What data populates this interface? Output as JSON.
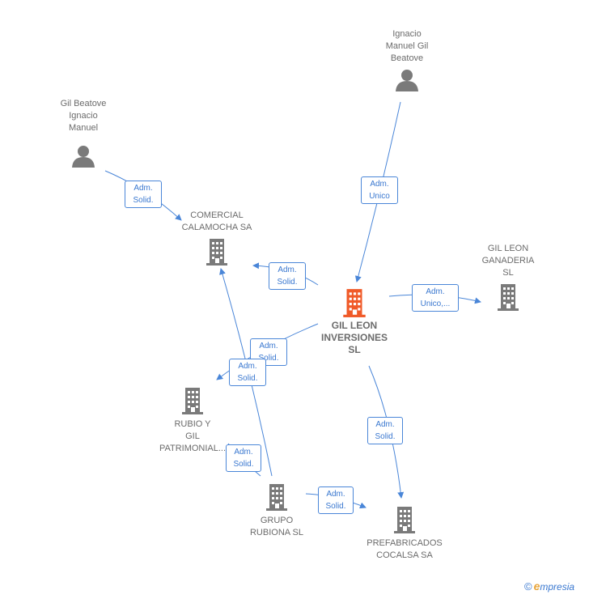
{
  "nodes": {
    "person_top": {
      "label": "Ignacio\nManuel Gil\nBeatove",
      "icon": "person-icon"
    },
    "person_left": {
      "label": "Gil Beatove\nIgnacio\nManuel",
      "icon": "person-icon"
    },
    "comercial": {
      "label": "COMERCIAL\nCALAMOCHA SA",
      "icon": "building-icon"
    },
    "center": {
      "label": "GIL LEON\nINVERSIONES\nSL",
      "icon": "building-icon",
      "color": "#f05a28"
    },
    "ganaderia": {
      "label": "GIL LEON\nGANADERIA\nSL",
      "icon": "building-icon"
    },
    "rubio": {
      "label": "RUBIO Y\nGIL\nPATRIMONIAL...",
      "icon": "building-icon"
    },
    "rubiona": {
      "label": "GRUPO\nRUBIONA  SL",
      "icon": "building-icon"
    },
    "prefabricados": {
      "label": "PREFABRICADOS\nCOCALSA SA",
      "icon": "building-icon"
    }
  },
  "edge_labels": {
    "person_left_to_comercial": "Adm.\nSolid.",
    "person_top_to_center": "Adm.\nUnico",
    "center_to_comercial": "Adm.\nSolid.",
    "center_to_ganaderia": "Adm.\nUnico,...",
    "center_to_rubio": "Adm.\nSolid.",
    "rubiona_to_comercial": "Adm.\nSolid.",
    "center_to_prefabricados": "Adm.\nSolid.",
    "rubiona_to_rubio": "Adm.\nSolid.",
    "rubiona_to_prefabricados": "Adm.\nSolid."
  },
  "colors": {
    "edge": "#4a86d8",
    "node_icon": "#7a7a7a",
    "center_icon": "#f05a28"
  },
  "brand": {
    "copyright": "©",
    "e": "e",
    "rest": "mpresia"
  }
}
